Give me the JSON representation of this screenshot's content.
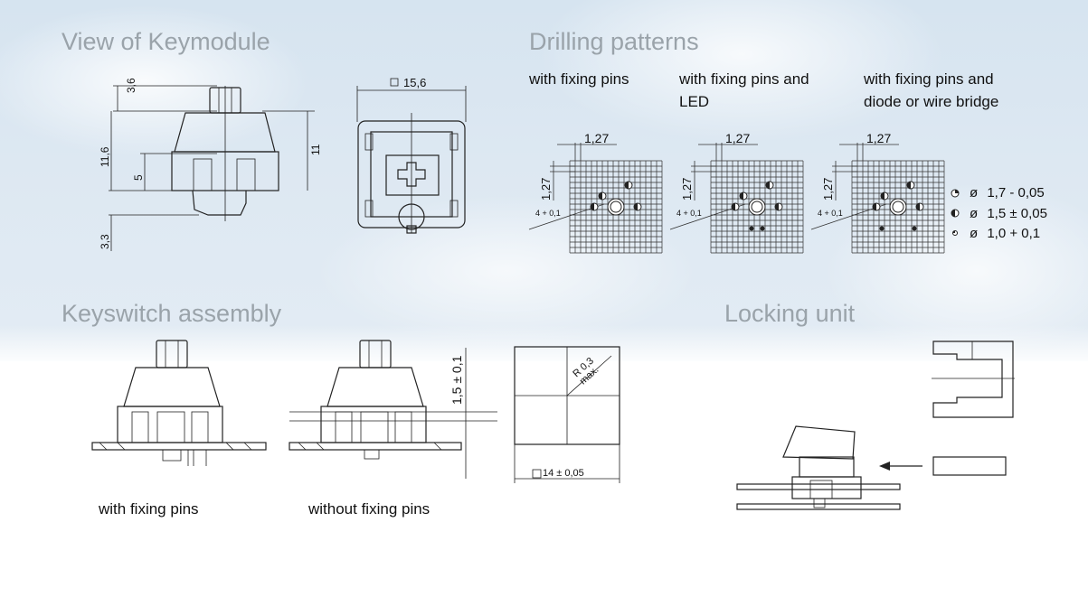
{
  "sections": {
    "keymodule_title": "View of Keymodule",
    "drilling_title": "Drilling patterns",
    "assembly_title": "Keyswitch assembly",
    "locking_title": "Locking unit"
  },
  "keymodule": {
    "dim_top": "3,6",
    "dim_height": "11,6",
    "dim_mid": "5",
    "dim_bottom": "3,3",
    "dim_right": "11",
    "dim_width": "15,6"
  },
  "drilling": {
    "captions": [
      "with fixing pins",
      "with fixing pins and LED",
      "with fixing pins and diode or wire bridge"
    ],
    "grid_spacing": "1,27",
    "offset": "4 + 0,1",
    "legend": [
      {
        "symbol": "ø",
        "value": "1,7 - 0,05"
      },
      {
        "symbol": "ø",
        "value": "1,5 ± 0,05"
      },
      {
        "symbol": "ø",
        "value": "1,0 + 0,1"
      }
    ]
  },
  "assembly": {
    "caption_left": "with fixing pins",
    "caption_right": "without fixing pins",
    "plate_thickness": "1,5 ± 0,1",
    "cutout_radius": "R 0,3 max.",
    "cutout_size": "14 ± 0,05"
  }
}
